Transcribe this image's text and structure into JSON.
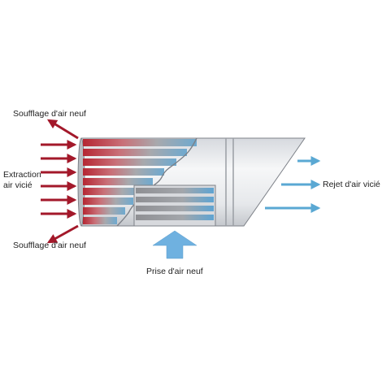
{
  "labels": {
    "supply_top": "Soufflage d'air neuf",
    "extraction_line1": "Extraction",
    "extraction_line2": "air vicié",
    "supply_bottom": "Soufflage d'air neuf",
    "exhaust": "Rejet d'air vicié",
    "intake": "Prise d'air neuf"
  },
  "colors": {
    "warm_arrow": "#a3182a",
    "cool_arrow": "#5aa8d3",
    "intake_arrow": "#6fb1e0",
    "housing_light": "#f1f2f4",
    "housing_mid": "#c9ccd1",
    "outline": "#7d8188"
  }
}
